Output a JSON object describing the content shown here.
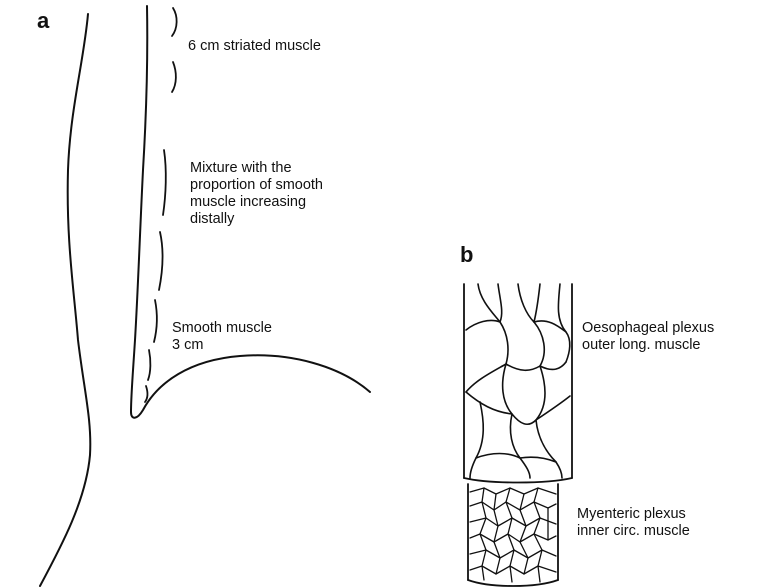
{
  "panel_a": {
    "letter": "a",
    "label_striated": "6 cm striated muscle",
    "label_mixture": [
      "Mixture with the",
      "proportion of smooth",
      "muscle increasing",
      "distally"
    ],
    "label_smooth": [
      "Smooth muscle",
      "3 cm"
    ]
  },
  "panel_b": {
    "letter": "b",
    "label_oesophageal": [
      "Oesophageal plexus",
      "outer long. muscle"
    ],
    "label_myenteric": [
      "Myenteric plexus",
      "inner circ. muscle"
    ]
  }
}
